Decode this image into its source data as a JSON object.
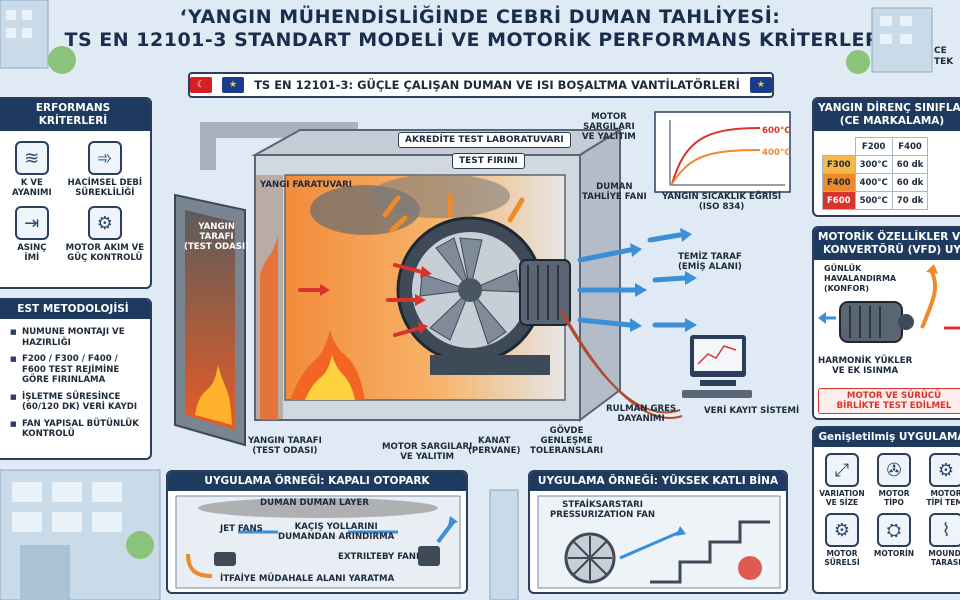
{
  "header": {
    "title_line1": "‘YANGIN MÜHENDİSLİĞİNDE CEBRİ DUMAN TAHLİYESİ:",
    "title_line2": "TS EN 12101-3 STANDART MODELİ VE MOTORİK PERFORMANS KRİTERLERİ’",
    "banner": "TS EN 12101-3: GÜÇLE ÇALIŞAN DUMAN VE ISI BOŞALTMA VANTİLATÖRLERİ",
    "corner_text": "CE\nTEK"
  },
  "left_top": {
    "title": "ERFORMANS KRİTERLERİ",
    "items": [
      {
        "icon": "wind-arrows-icon",
        "label": "K VE\nAYANIMI"
      },
      {
        "icon": "wind-arrows-icon",
        "label": "HACİMSEL DEBİ\nSÜREKLİLİĞİ"
      },
      {
        "icon": "pressure-icon",
        "label": "ASINÇ\nİMİ"
      },
      {
        "icon": "motor-icon",
        "label": "MOTOR AKIM VE\nGÜÇ KONTROLÜ"
      }
    ]
  },
  "left_mid": {
    "title": "EST METODOLOJİSİ",
    "items": [
      "NUMUNE MONTAJI VE HAZIRLIĞI",
      "F200 / F300 / F400 / F600 TEST REJİMİNE GÖRE FIRINLAMA",
      "İŞLETME SÜRESİNCE (60/120 DK) VERİ KAYDI",
      "FAN YAPISAL BÜTÜNLÜK KONTROLÜ"
    ]
  },
  "center": {
    "lab_label": "AKREDİTE TEST LABORATUVARI",
    "furnace_label": "TEST FIRINI",
    "partition_label": "YANGI FARATUVARI",
    "door_label": "YANGIN\nTARAFI\n(TEST ODASI)",
    "fire_side_label": "YANGIN TARAFI\n(TEST ODASI)",
    "motor_windings_top": "MOTOR\nSARGILARI\nVE YALITIM",
    "exhaust_fan": "DUMAN\nTAHLİYE FANI",
    "clean_side": "TEMİZ TARAF\n(EMİŞ ALANI)",
    "motor_windings_bottom": "MOTOR SARGILARI\nVE YALITIM",
    "blade": "KANAT\n(PERVANE)",
    "body_expansion": "GÖVDE\nGENLEŞME\nTOLERANSLARI",
    "bearing": "RULMAN GRES\nDAYANIMI",
    "data_system": "VERİ KAYIT SİSTEMİ",
    "curve_label": "YANGIN SICAKLIK EĞRİSİ\n(ISO 834)",
    "curve_600": "600°C",
    "curve_400": "400°C"
  },
  "bottom_left": {
    "title": "UYGULAMA ÖRNEĞİ: KAPALI OTOPARK",
    "smoke_layer": "DUMAN DUMAN LAYER",
    "jet_fans": "JET FANS",
    "escape": "KAÇIŞ YOLLARINI\nDUMANDAN ARINDIRMA",
    "exhaust": "EXTRILTEBY FANI",
    "firefighter": "İTFAİYE MÜDAHALE ALANI YARATMA"
  },
  "bottom_mid": {
    "title": "UYGULAMA ÖRNEĞİ: YÜKSEK KATLI BİNA",
    "fan_label": "STFAİKSARSTARI\nPRESSURIZATION FAN"
  },
  "right_top": {
    "title": "YANGIN DİRENÇ SINIFLAN\n(CE MARKALAMA)",
    "headers": [
      "",
      "F200",
      "F400"
    ],
    "rows": [
      {
        "cls": "F300",
        "temp": "300°C",
        "time": "60 dk",
        "color": "#f6b84a"
      },
      {
        "cls": "F400",
        "temp": "400°C",
        "time": "60 dk",
        "color": "#ef8a2c"
      },
      {
        "cls": "F600",
        "temp": "500°C",
        "time": "70 dk",
        "color": "#d9342b"
      }
    ]
  },
  "right_mid": {
    "title": "MOTORİK ÖZELLİKLER VE M\nKONVERTÖRÜ (VFD) UY",
    "daily": "GÜNLÜK\nHAVALANDIRMA\n(KONFOR)",
    "harmonic": "HARMONİK YÜKLER\nVE EK ISINMA",
    "alert": "MOTOR VE SÜRÜCÜ\nBİRLİKTE TEST EDİLMEL"
  },
  "right_bot": {
    "title": "Genişletilmiş UYGULAMA",
    "items": [
      {
        "icon": "resize-icon",
        "label": "VARIATION\nVE SİZE"
      },
      {
        "icon": "fan-icon",
        "label": "MOTOR\nTİPO"
      },
      {
        "icon": "motor-icon",
        "label": "MOTOR\nTİPİ TEMİ"
      },
      {
        "icon": "gear-icon",
        "label": "MOTOR\nSÜRELSİ"
      },
      {
        "icon": "motor-icon",
        "label": "MOTORİN"
      },
      {
        "icon": "pipe-icon",
        "label": "MOUNDİ\nTARASI"
      }
    ]
  },
  "colors": {
    "navy": "#1e3a5f",
    "fire": "#e8662b",
    "flow": "#3a8fd6",
    "alert": "#d9342b"
  }
}
